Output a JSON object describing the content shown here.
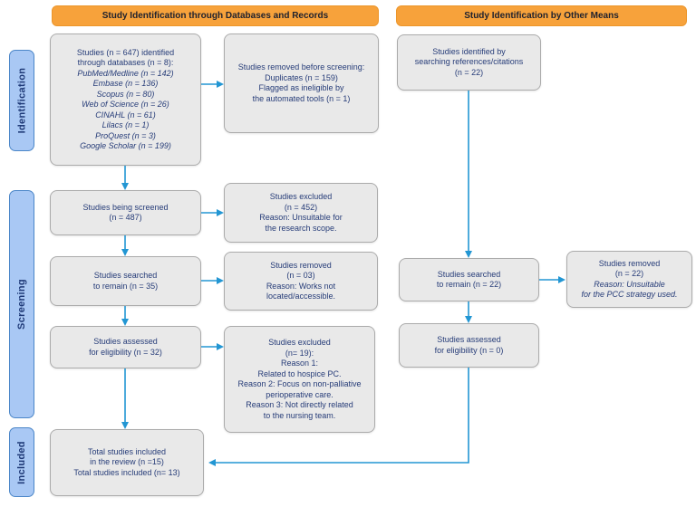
{
  "colors": {
    "header_bg": "#F7A23B",
    "header_border": "#EC962B",
    "header_text": "#20222E",
    "stage_bg": "#A9C8F4",
    "stage_border": "#4B86C8",
    "stage_text": "#1F3A78",
    "box_bg": "#E9E9E9",
    "box_border": "#ABABAB",
    "box_text": "#263C78",
    "arrow": "#2296D3"
  },
  "headers": {
    "left": "Study Identification through Databases and Records",
    "right": "Study Identification by Other Means"
  },
  "stages": {
    "identification": "Identification",
    "screening": "Screening",
    "included": "Included"
  },
  "boxes": {
    "db_identified": {
      "lines": [
        "Studies (n = 647) identified",
        "through databases (n = 8):",
        "PubMed/Medline (n = 142)",
        "Embase (n = 136)",
        "Scopus (n = 80)",
        "Web of Science (n = 26)",
        "CINAHL (n = 61)",
        "Lilacs (n = 1)",
        "ProQuest (n = 3)",
        "Google Scholar (n = 199)"
      ]
    },
    "removed_before": {
      "lines": [
        "Studies removed before screening:",
        "Duplicates (n = 159)",
        "Flagged as ineligible by",
        "the automated tools (n = 1)"
      ]
    },
    "screened": {
      "lines": [
        "Studies being screened",
        "(n = 487)"
      ]
    },
    "excluded_452": {
      "lines": [
        "Studies excluded",
        "(n = 452)",
        "Reason: Unsuitable for",
        "the research scope."
      ]
    },
    "searched_35": {
      "lines": [
        "Studies searched",
        "to remain (n = 35)"
      ]
    },
    "removed_03": {
      "lines": [
        "Studies removed",
        "(n = 03)",
        "Reason: Works not",
        "located/accessible."
      ]
    },
    "assessed_32": {
      "lines": [
        "Studies assessed",
        "for eligibility (n = 32)"
      ]
    },
    "excluded_19": {
      "lines": [
        "Studies excluded",
        "(n= 19):",
        "Reason 1:",
        "Related to hospice PC.",
        "Reason 2: Focus on non-palliative",
        "perioperative care.",
        "Reason 3: Not directly related",
        "to the nursing team."
      ]
    },
    "total_included": {
      "lines": [
        "Total studies included",
        "in the review (n =15)",
        "Total studies included (n= 13)"
      ]
    },
    "refs_identified": {
      "lines": [
        "Studies identified by",
        "searching references/citations",
        "(n = 22)"
      ]
    },
    "searched_22": {
      "lines": [
        "Studies searched",
        "to remain (n = 22)"
      ]
    },
    "assessed_0": {
      "lines": [
        "Studies assessed",
        "for eligibility (n = 0)"
      ]
    },
    "removed_22": {
      "lines": [
        "Studies removed",
        "(n = 22)",
        "Reason: Unsuitable",
        "for the PCC strategy used."
      ]
    }
  }
}
